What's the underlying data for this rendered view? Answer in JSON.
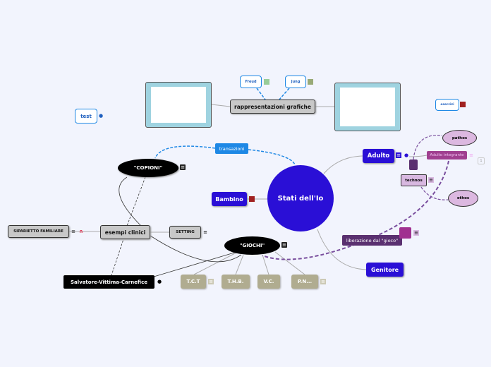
{
  "central": "Stati dell'Io",
  "nodes": {
    "test": "test",
    "freud": "Freud",
    "jung": "Jung",
    "rappresentazioni": "rappresentazioni grafiche",
    "esercizi": "esercizi",
    "transazioni": "transazioni",
    "copioni": "\"COPIONI\"",
    "adulto": "Adulto",
    "adulto_integrante": "Adulto integrante",
    "pathos": "pathos",
    "technos": "technos",
    "ethos": "ethos",
    "bambino": "Bambino",
    "liberazione": "liberazione dal \"gioco\"",
    "genitore": "Genitore",
    "siparietto": "SIPARIETTO FAMILIARE",
    "esempi": "esempi clinici",
    "setting": "SETTING",
    "giochi": "\"GIOCHI\"",
    "salvatore": "Salvatore-Vittima-Carnefice",
    "tct": "T.C.T",
    "thb": "T.H.B.",
    "vc": "V.C.",
    "pn": "P.N..."
  },
  "badge_count": "1",
  "colors": {
    "central": "#2a0fd6",
    "purple": "#7a4f9e",
    "lilac": "#d8b8e0",
    "khaki": "#b0ac90"
  }
}
